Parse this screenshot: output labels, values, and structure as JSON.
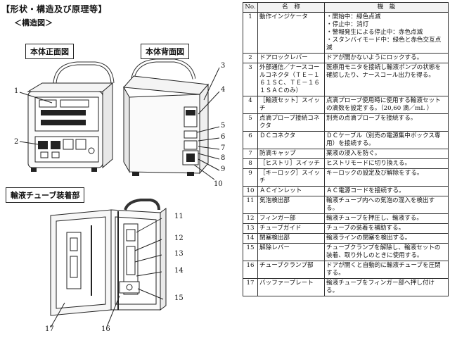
{
  "heading": "【形状・構造及び原理等】",
  "subheading": "＜構造図＞",
  "figures": {
    "front_label": "本体正面図",
    "back_label": "本体背面図",
    "tube_label": "輸液チューブ装着部"
  },
  "callouts": {
    "front": [
      "1",
      "2"
    ],
    "back": [
      "3",
      "4",
      "5",
      "6",
      "7",
      "8",
      "9",
      "10"
    ],
    "tube": [
      "11",
      "12",
      "13",
      "14",
      "15",
      "16",
      "17"
    ]
  },
  "table": {
    "headers": [
      "No.",
      "名　称",
      "機　能"
    ],
    "rows": [
      {
        "no": "1",
        "name": "動作インジケータ",
        "fn": [
          "・開始中：緑色点滅",
          "・停止中：消灯",
          "・警報発生による停止中：赤色点滅",
          "・スタンバイモード中：緑色と赤色交互点滅"
        ]
      },
      {
        "no": "2",
        "name": "ドアロックレバー",
        "fn": [
          "ドアが開かないようにロックする。"
        ]
      },
      {
        "no": "3",
        "name": "外部通信／ナースコールコネクタ（ＴＥ－１６１ＳＣ、ＴＥ－１６１ＳＡＣのみ）",
        "fn": [
          "医療用モニタを接続し輸液ポンプの状態を確認したり、ナースコール出力を得る。"
        ]
      },
      {
        "no": "4",
        "name": "［輸液セット］スイッチ",
        "fn": [
          "点滴プローブ使用時に使用する輸液セットの滴数を設定する。（20,60 滴／mL ）"
        ]
      },
      {
        "no": "5",
        "name": "点滴プローブ接続コネクタ",
        "fn": [
          "別売の点滴プローブを接続する。"
        ]
      },
      {
        "no": "6",
        "name": "ＤＣコネクタ",
        "fn": [
          "ＤＣケーブル（別売の電源集中ボックス専用）を接続する。"
        ]
      },
      {
        "no": "7",
        "name": "防滴キャップ",
        "fn": [
          "薬液の浸入を防ぐ。"
        ]
      },
      {
        "no": "8",
        "name": "［ヒストリ］スイッチ",
        "fn": [
          "ヒストリモードに切り換える。"
        ]
      },
      {
        "no": "9",
        "name": "［キーロック］スイッチ",
        "fn": [
          "キーロックの設定及び解除をする。"
        ]
      },
      {
        "no": "10",
        "name": "ＡＣインレット",
        "fn": [
          "ＡＣ電源コードを接続する。"
        ]
      },
      {
        "no": "11",
        "name": "気泡検出部",
        "fn": [
          "輸液チューブ内への気泡の混入を検出する。"
        ]
      },
      {
        "no": "12",
        "name": "フィンガー部",
        "fn": [
          "輸液チューブを押圧し、輸液する。"
        ]
      },
      {
        "no": "13",
        "name": "チューブガイド",
        "fn": [
          "チューブの装着を補助する。"
        ]
      },
      {
        "no": "14",
        "name": "閉塞検出部",
        "fn": [
          "輸液ラインの閉塞を検出する。"
        ]
      },
      {
        "no": "15",
        "name": "解除レバー",
        "fn": [
          "チューブクランプを解除し、輸液セットの装着、取り外しのときに使用する。"
        ]
      },
      {
        "no": "16",
        "name": "チューブクランプ部",
        "fn": [
          "ドアが開くと自動的に輸液チューブを圧閉する。"
        ]
      },
      {
        "no": "17",
        "name": "バッファープレート",
        "fn": [
          "輸液チューブをフィンガー部へ押し付ける。"
        ]
      }
    ]
  }
}
